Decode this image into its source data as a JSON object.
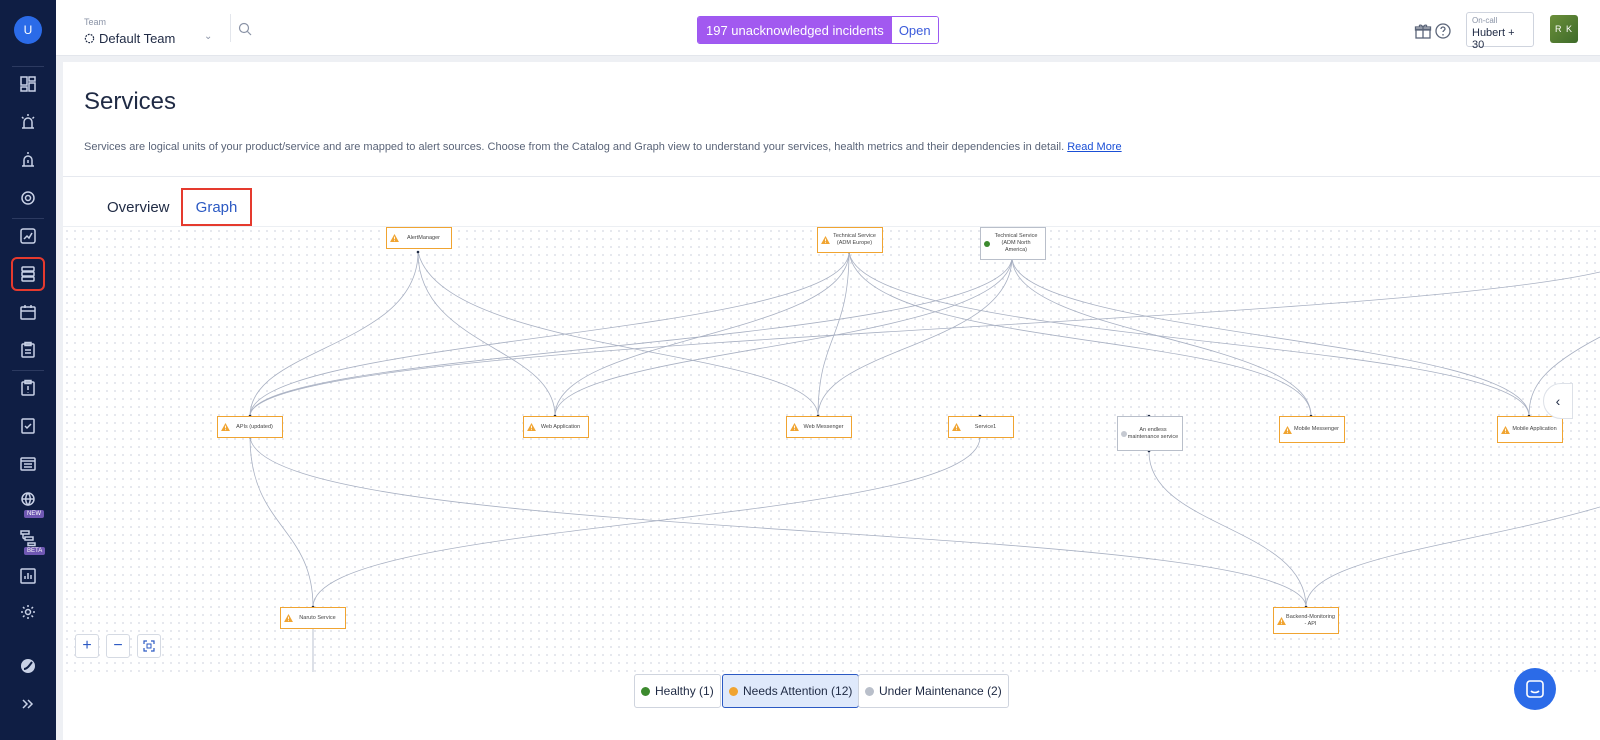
{
  "sidebar": {
    "avatar": "U",
    "items": [
      {
        "icon": "dashboard-icon"
      },
      {
        "icon": "alert-siren-icon"
      },
      {
        "icon": "incident-siren-icon"
      },
      {
        "icon": "target-icon"
      },
      {
        "icon": "analytics-icon"
      },
      {
        "icon": "services-stack-icon",
        "active": true
      },
      {
        "icon": "calendar-icon"
      },
      {
        "icon": "clipboard-icon"
      },
      {
        "icon": "clipboard-alert-icon"
      },
      {
        "icon": "checklist-icon"
      },
      {
        "icon": "status-page-icon"
      },
      {
        "icon": "globe-chat-icon",
        "badge": "NEW"
      },
      {
        "icon": "workflow-icon",
        "badge": "BETA"
      },
      {
        "icon": "reports-icon"
      },
      {
        "icon": "gear-icon"
      }
    ],
    "logo": "brand-logo-icon",
    "expand": "double-chevron-right-icon"
  },
  "topbar": {
    "team_label": "Team",
    "team_name": "Default Team",
    "incidents_text": "197 unacknowledged incidents",
    "incidents_open": "Open",
    "oncall_label": "On-call",
    "oncall_value": "Hubert + 30",
    "user_initials": "R K"
  },
  "page": {
    "title": "Services",
    "description": "Services are logical units of your product/service and are mapped to alert sources. Choose from the Catalog and Graph view to understand your services, health metrics and their dependencies in detail.",
    "read_more": "Read More"
  },
  "tabs": {
    "overview": "Overview",
    "graph": "Graph"
  },
  "graph": {
    "nodes": {
      "alertmanager": "AlertManager",
      "tech_europe": "Technical Service (ADM Europe)",
      "tech_na": "Technical Service (ADM North America)",
      "apis": "APIs (updated)",
      "web_app": "Web Application",
      "web_messenger": "Web Messenger",
      "service1": "Service1",
      "endless_maint": "An endless maintenance service",
      "mobile_messenger": "Mobile Messenger",
      "mobile_app": "Mobile Application",
      "naruto": "Naruto Service",
      "backend": "Backend-Monitoring - API"
    }
  },
  "legend": {
    "healthy": "Healthy (1)",
    "needs_attention": "Needs Attention (12)",
    "maintenance": "Under Maintenance (2)"
  },
  "colors": {
    "healthy": "#3c8a2e",
    "needs_attention": "#f0a431",
    "maintenance": "#b9bfca",
    "accent": "#2b59c3",
    "incident": "#a259f0"
  }
}
